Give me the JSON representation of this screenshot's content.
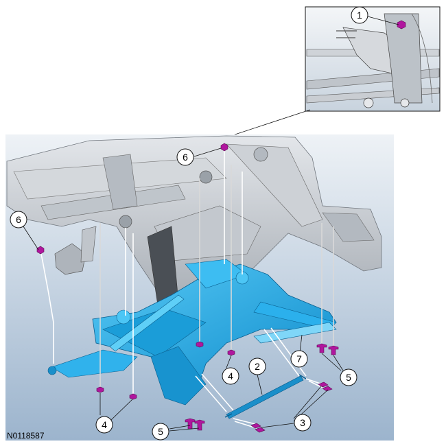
{
  "figure": {
    "id": "N0118587",
    "colors": {
      "background_top": "#e9eef4",
      "background_bottom": "#9fb6cf",
      "frame_metal": "#c9cdd2",
      "subframe_blue": "#1fa9e8",
      "fastener_magenta": "#b0169e",
      "line": "#111111"
    }
  },
  "callouts": [
    {
      "key": "c1",
      "label": "1"
    },
    {
      "key": "c6a",
      "label": "6"
    },
    {
      "key": "c6b",
      "label": "6"
    },
    {
      "key": "c2",
      "label": "2"
    },
    {
      "key": "c7",
      "label": "7"
    },
    {
      "key": "c4a",
      "label": "4"
    },
    {
      "key": "c4b",
      "label": "4"
    },
    {
      "key": "c5a",
      "label": "5"
    },
    {
      "key": "c5b",
      "label": "5"
    },
    {
      "key": "c3",
      "label": "3"
    }
  ]
}
